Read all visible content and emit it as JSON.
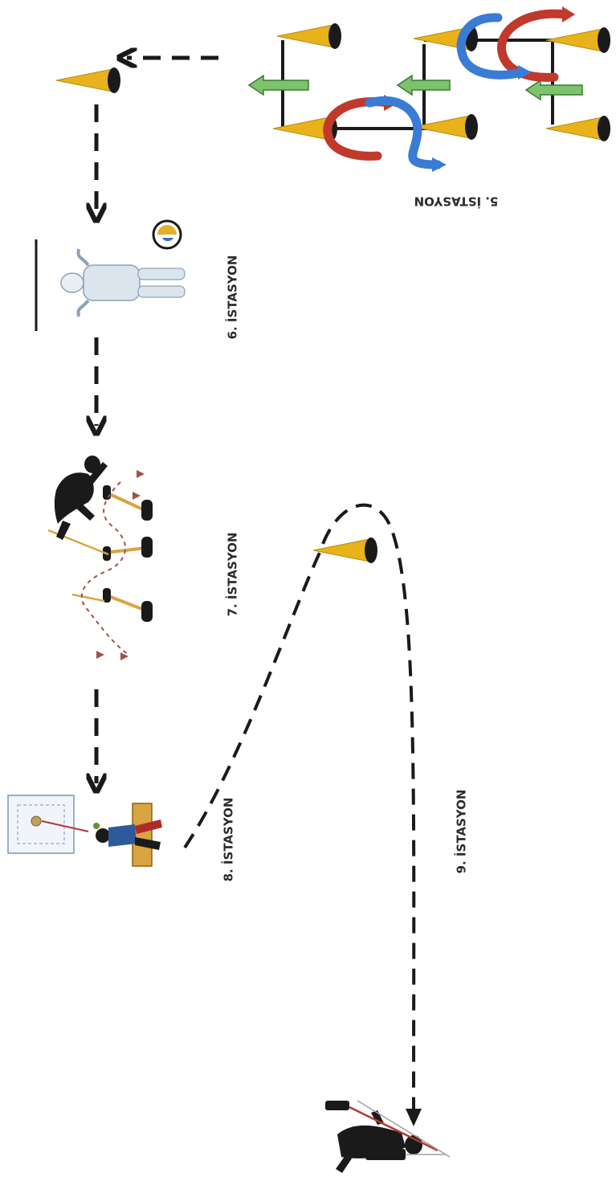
{
  "diagram": {
    "stations": [
      {
        "id": 5,
        "label": "5. İSTASYON"
      },
      {
        "id": 6,
        "label": "6. İSTASYON"
      },
      {
        "id": 7,
        "label": "7. İSTASYON"
      },
      {
        "id": 8,
        "label": "8. İSTASYON"
      },
      {
        "id": 9,
        "label": "9. İSTASYON"
      }
    ]
  },
  "colors": {
    "cone": "#e8b21a",
    "cone_base": "#1a1a1a",
    "arc_red": "#c0392b",
    "arc_blue": "#3a7bd5",
    "arrow_green": "#7cc36b",
    "path": "#1a1a1a",
    "hurdle": "#d9a441"
  }
}
